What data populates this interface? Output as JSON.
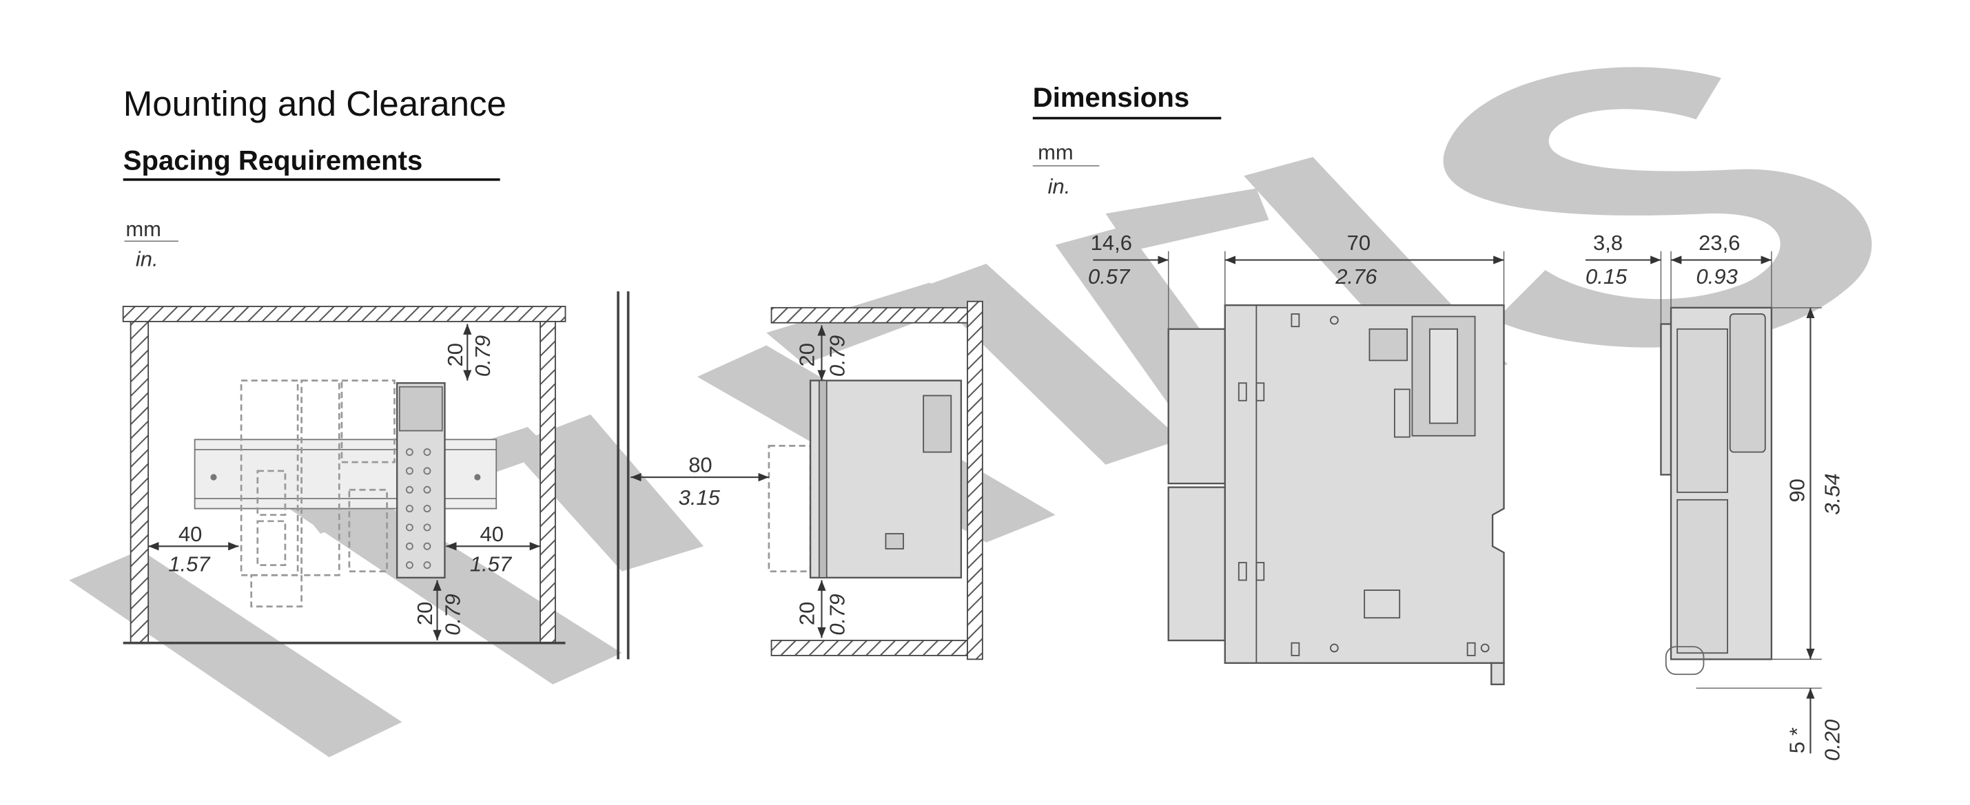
{
  "left": {
    "title": "Mounting and Clearance",
    "subtitle": "Spacing Requirements",
    "unit_mm": "mm",
    "unit_in": "in.",
    "dims": {
      "top_mm": "20",
      "top_in": "0.79",
      "bottom_mm": "20",
      "bottom_in": "0.79",
      "left_mm": "40",
      "left_in": "1.57",
      "right_mm": "40",
      "right_in": "1.57",
      "front_mm": "80",
      "front_in": "3.15",
      "side_top_mm": "20",
      "side_top_in": "0.79",
      "side_bottom_mm": "20",
      "side_bottom_in": "0.79"
    }
  },
  "right": {
    "title": "Dimensions",
    "unit_mm": "mm",
    "unit_in": "in.",
    "dims": {
      "conn_mm": "14,6",
      "conn_in": "0.57",
      "width_mm": "70",
      "width_in": "2.76",
      "clip_mm": "3,8",
      "clip_in": "0.15",
      "depth_mm": "23,6",
      "depth_in": "0.93",
      "height_mm": "90",
      "height_in": "3.54",
      "rail_mm": "5 *",
      "rail_in": "0.20"
    }
  }
}
